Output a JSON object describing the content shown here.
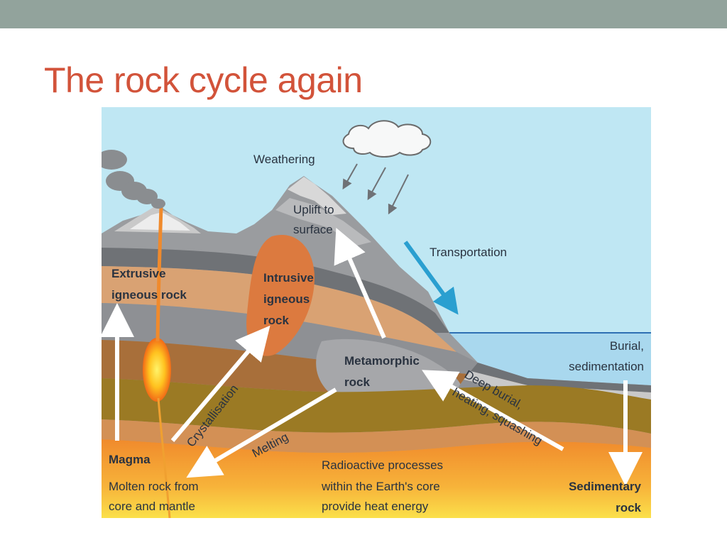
{
  "slide": {
    "title": "The rock cycle again"
  },
  "diagram": {
    "labels": {
      "weathering": "Weathering",
      "uplift_1": "Uplift to",
      "uplift_2": "surface",
      "transportation": "Transportation",
      "extrusive_1": "Extrusive",
      "extrusive_2": "igneous rock",
      "intrusive_1": "Intrusive",
      "intrusive_2": "igneous",
      "intrusive_3": "rock",
      "burial_1": "Burial,",
      "burial_2": "sedimentation",
      "metamorphic_1": "Metamorphic",
      "metamorphic_2": "rock",
      "deep_burial_1": "Deep burial,",
      "deep_burial_2": "heating, squashing",
      "crystallisation": "Crystallisation",
      "melting": "Melting",
      "magma": "Magma",
      "molten_1": "Molten rock from",
      "molten_2": "core and mantle",
      "radio_1": "Radioactive processes",
      "radio_2": "within the Earth's core",
      "radio_3": "provide heat energy",
      "sedimentary_1": "Sedimentary",
      "sedimentary_2": "rock"
    },
    "colors": {
      "sky": "#bfe7f3",
      "sea": "#a9d8ee",
      "rock_grey": "#9a9c9f",
      "rock_dark": "#6f7276",
      "tan": "#d9a273",
      "brown": "#a86f3a",
      "olive": "#9b7a24",
      "orange": "#f08a2c",
      "yellow": "#fbe04a",
      "intrusion": "#dc7a3f",
      "transport_arrow": "#2a9fd0"
    }
  }
}
